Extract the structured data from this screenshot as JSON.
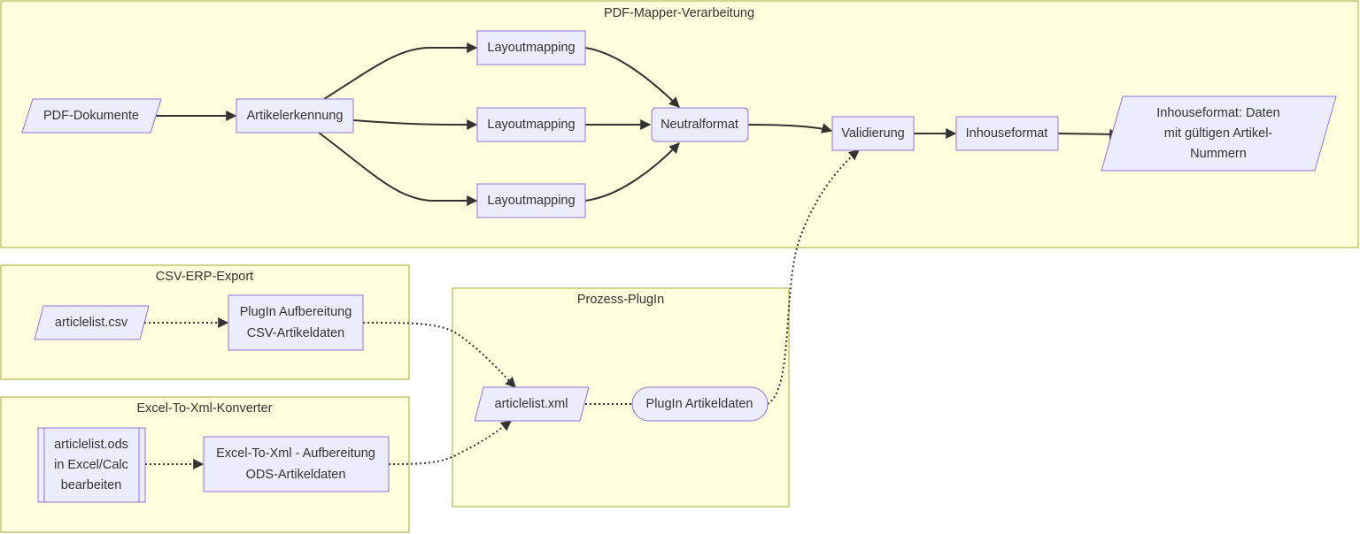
{
  "clusters": {
    "pdf": "PDF-Mapper-Verarbeitung",
    "csv": "CSV-ERP-Export",
    "excel": "Excel-To-Xml-Konverter",
    "plugin": "Prozess-PlugIn"
  },
  "nodes": {
    "pdf_docs": "PDF-Dokumente",
    "artikelerkennung": "Artikelerkennung",
    "layout1": "Layoutmapping",
    "layout2": "Layoutmapping",
    "layout3": "Layoutmapping",
    "neutralformat": "Neutralformat",
    "validierung": "Validierung",
    "inhouseformat": "Inhouseformat",
    "inhouse_daten": [
      "Inhouseformat: Daten",
      "mit gültigen Artikel-",
      "Nummern"
    ],
    "articlelist_csv": "articlelist.csv",
    "plugin_aufbereitung": [
      "PlugIn Aufbereitung",
      "CSV-Artikeldaten"
    ],
    "articlelist_ods": [
      "articlelist.ods",
      "in Excel/Calc",
      "bearbeiten"
    ],
    "excel_aufbereitung": [
      "Excel-To-Xml - Aufbereitung",
      "ODS-Artikeldaten"
    ],
    "articlelist_xml": "articlelist.xml",
    "plugin_artikeldaten": "PlugIn Artikeldaten"
  },
  "colors": {
    "cluster_fill": "#ffffde",
    "cluster_stroke": "#aaaa33",
    "node_fill": "#ececff",
    "node_stroke": "#9370db",
    "edge": "#333333"
  }
}
